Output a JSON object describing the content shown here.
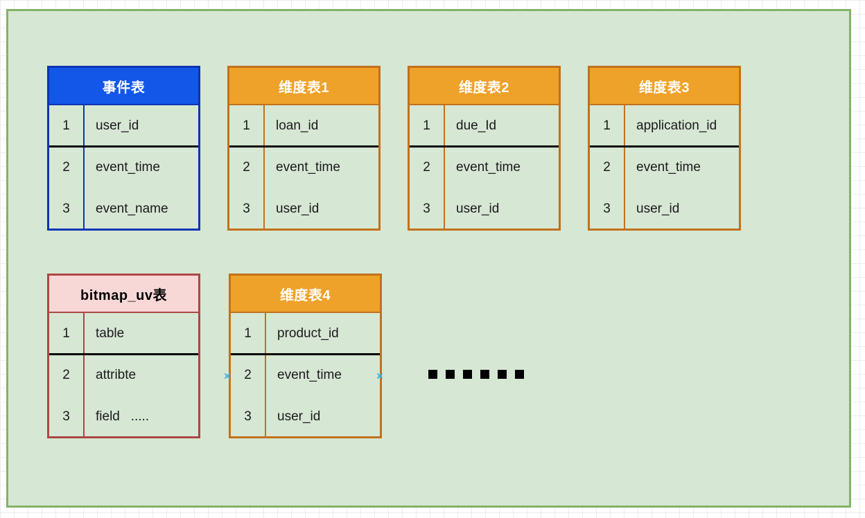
{
  "diagram": {
    "canvas_bg": "#D6E7D4",
    "canvas_border": "#82B366",
    "grid_color": "#ECECEC",
    "row_divider_color": "#000000"
  },
  "themes": {
    "blue": {
      "fill": "#1257E8",
      "border": "#0E34B5",
      "title_color": "#FFFFFF"
    },
    "orange": {
      "fill": "#EFA229",
      "border": "#C1711C",
      "title_color": "#FFFFFF"
    },
    "pink": {
      "fill": "#F8D7D7",
      "border": "#AC4744",
      "title_color": "#000000"
    }
  },
  "tables": [
    {
      "title": "事件表",
      "theme": "blue",
      "rows": [
        {
          "num": "1",
          "field": "user_id"
        },
        {
          "num": "2",
          "field": "event_time"
        },
        {
          "num": "3",
          "field": "event_name"
        }
      ]
    },
    {
      "title": "维度表1",
      "theme": "orange",
      "rows": [
        {
          "num": "1",
          "field": "loan_id"
        },
        {
          "num": "2",
          "field": "event_time"
        },
        {
          "num": "3",
          "field": "user_id"
        }
      ]
    },
    {
      "title": "维度表2",
      "theme": "orange",
      "rows": [
        {
          "num": "1",
          "field": "due_Id"
        },
        {
          "num": "2",
          "field": "event_time"
        },
        {
          "num": "3",
          "field": "user_id"
        }
      ]
    },
    {
      "title": "维度表3",
      "theme": "orange",
      "rows": [
        {
          "num": "1",
          "field": "application_id"
        },
        {
          "num": "2",
          "field": "event_time"
        },
        {
          "num": "3",
          "field": "user_id"
        }
      ]
    },
    {
      "title": "bitmap_uv表",
      "theme": "pink",
      "rows": [
        {
          "num": "1",
          "field": "table"
        },
        {
          "num": "2",
          "field": "attribte"
        },
        {
          "num": "3",
          "field": "field   ....."
        }
      ]
    },
    {
      "title": "维度表4",
      "theme": "orange",
      "rows": [
        {
          "num": "1",
          "field": "product_id"
        },
        {
          "num": "2",
          "field": "event_time"
        },
        {
          "num": "3",
          "field": "user_id"
        }
      ]
    }
  ],
  "ellipsis": {
    "dot_count": 6,
    "color": "#000000"
  },
  "connection_markers": {
    "symbol": "×",
    "color": "#35B1E8"
  }
}
